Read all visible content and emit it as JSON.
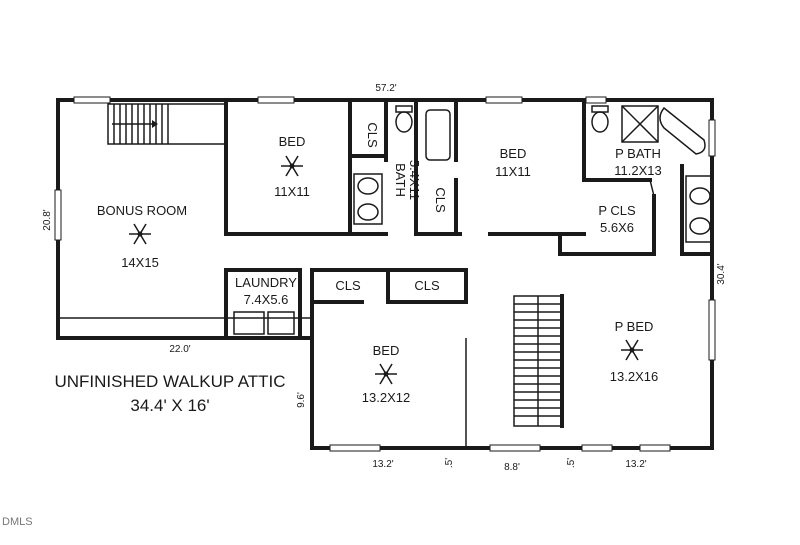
{
  "plan": {
    "rooms": {
      "bonus_name": "BONUS ROOM",
      "bonus_size": "14X15",
      "bed1_name": "BED",
      "bed1_size": "11X11",
      "cls1": "CLS",
      "bath_name": "BATH",
      "bath_size": "5.4X11",
      "cls2": "CLS",
      "bed2_name": "BED",
      "bed2_size": "11X11",
      "pbath_name": "P BATH",
      "pbath_size": "11.2X13",
      "pcls_name": "P CLS",
      "pcls_size": "5.6X6",
      "laundry_name": "LAUNDRY",
      "laundry_size": "7.4X5.6",
      "cls3": "CLS",
      "cls4": "CLS",
      "bed3_name": "BED",
      "bed3_size": "13.2X12",
      "pbed_name": "P BED",
      "pbed_size": "13.2X16"
    },
    "dimensions": {
      "top": "57.2'",
      "left": "20.8'",
      "right": "30.4'",
      "inner": "22.0'",
      "step": "9.6'",
      "bottom_left": "13.2'",
      "gap_left": ".5'",
      "middle": "8.8'",
      "gap_right": ".5'",
      "bottom_right": "13.2'"
    },
    "attic_line1": "UNFINISHED WALKUP ATTIC",
    "attic_line2": "34.4' X 16'",
    "watermark": "DMLS"
  }
}
